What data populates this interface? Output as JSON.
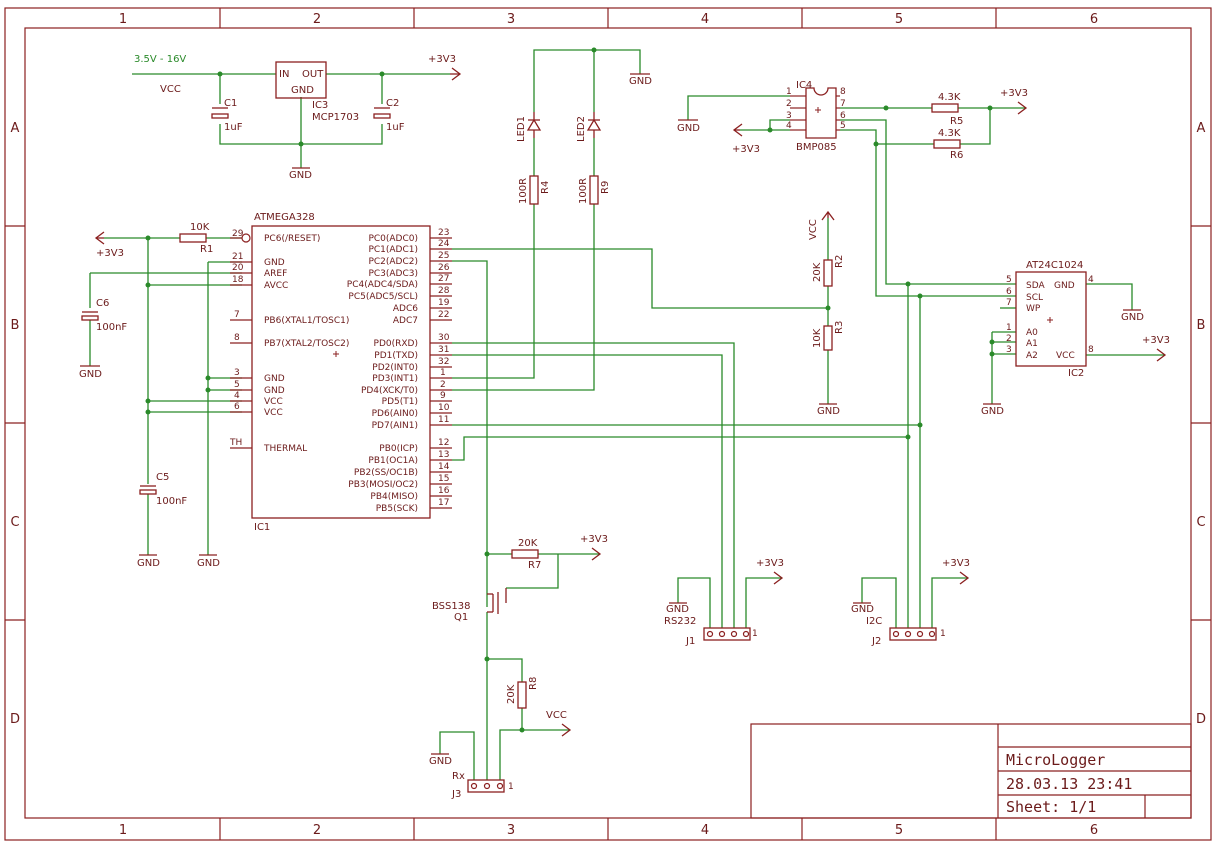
{
  "frame": {
    "columns": [
      "1",
      "2",
      "3",
      "4",
      "5",
      "6"
    ],
    "rows": [
      "A",
      "B",
      "C",
      "D"
    ]
  },
  "title_block": {
    "title": "MicroLogger",
    "date": "28.03.13 23:41",
    "sheet": "Sheet: 1/1"
  },
  "colors": {
    "wire": "#2a8a2a",
    "part": "#8b2020",
    "label": "#6b1a1a"
  },
  "power": {
    "input_range": "3.5V - 16V",
    "vcc": "VCC",
    "v33": "+3V3",
    "gnd": "GND"
  },
  "regulator": {
    "name": "IC3",
    "value": "MCP1703",
    "in": "IN",
    "out": "OUT",
    "gnd": "GND"
  },
  "c1": {
    "name": "C1",
    "value": "1uF"
  },
  "c2": {
    "name": "C2",
    "value": "1uF"
  },
  "c5": {
    "name": "C5",
    "value": "100nF"
  },
  "c6": {
    "name": "C6",
    "value": "100nF"
  },
  "r1": {
    "name": "R1",
    "value": "10K"
  },
  "r2": {
    "name": "R2",
    "value": "20K"
  },
  "r3": {
    "name": "R3",
    "value": "10K"
  },
  "r4": {
    "name": "R4",
    "value": "100R"
  },
  "r5": {
    "name": "R5",
    "value": "4.3K"
  },
  "r6": {
    "name": "R6",
    "value": "4.3K"
  },
  "r7": {
    "name": "R7",
    "value": "20K"
  },
  "r8": {
    "name": "R8",
    "value": "20K"
  },
  "r9": {
    "name": "R9",
    "value": "100R"
  },
  "led1": "LED1",
  "led2": "LED2",
  "ic1": {
    "name": "IC1",
    "value": "ATMEGA328",
    "left_pins": [
      {
        "num": "29",
        "label": "PC6(/RESET)"
      },
      {
        "num": "21",
        "label": "GND"
      },
      {
        "num": "20",
        "label": "AREF"
      },
      {
        "num": "18",
        "label": "AVCC"
      },
      {
        "num": "7",
        "label": "PB6(XTAL1/TOSC1)"
      },
      {
        "num": "8",
        "label": "PB7(XTAL2/TOSC2)"
      },
      {
        "num": "3",
        "label": "GND"
      },
      {
        "num": "5",
        "label": "GND"
      },
      {
        "num": "4",
        "label": "VCC"
      },
      {
        "num": "6",
        "label": "VCC"
      },
      {
        "num": "TH",
        "label": "THERMAL"
      }
    ],
    "right_pins": [
      {
        "num": "23",
        "label": "PC0(ADC0)"
      },
      {
        "num": "24",
        "label": "PC1(ADC1)"
      },
      {
        "num": "25",
        "label": "PC2(ADC2)"
      },
      {
        "num": "26",
        "label": "PC3(ADC3)"
      },
      {
        "num": "27",
        "label": "PC4(ADC4/SDA)"
      },
      {
        "num": "28",
        "label": "PC5(ADC5/SCL)"
      },
      {
        "num": "19",
        "label": "ADC6"
      },
      {
        "num": "22",
        "label": "ADC7"
      },
      {
        "num": "30",
        "label": "PD0(RXD)"
      },
      {
        "num": "31",
        "label": "PD1(TXD)"
      },
      {
        "num": "32",
        "label": "PD2(INT0)"
      },
      {
        "num": "1",
        "label": "PD3(INT1)"
      },
      {
        "num": "2",
        "label": "PD4(XCK/T0)"
      },
      {
        "num": "9",
        "label": "PD5(T1)"
      },
      {
        "num": "10",
        "label": "PD6(AIN0)"
      },
      {
        "num": "11",
        "label": "PD7(AIN1)"
      },
      {
        "num": "12",
        "label": "PB0(ICP)"
      },
      {
        "num": "13",
        "label": "PB1(OC1A)"
      },
      {
        "num": "14",
        "label": "PB2(SS/OC1B)"
      },
      {
        "num": "15",
        "label": "PB3(MOSI/OC2)"
      },
      {
        "num": "16",
        "label": "PB4(MISO)"
      },
      {
        "num": "17",
        "label": "PB5(SCK)"
      }
    ]
  },
  "ic4": {
    "name": "IC4",
    "value": "BMP085",
    "pins": [
      "1",
      "2",
      "3",
      "4",
      "8",
      "7",
      "6",
      "5"
    ]
  },
  "ic2": {
    "name": "IC2",
    "value": "AT24C1024",
    "left_pins": [
      {
        "num": "5",
        "label": "SDA"
      },
      {
        "num": "6",
        "label": "SCL"
      },
      {
        "num": "7",
        "label": "WP"
      },
      {
        "num": "1",
        "label": "A0"
      },
      {
        "num": "2",
        "label": "A1"
      },
      {
        "num": "3",
        "label": "A2"
      }
    ],
    "right_pins": [
      {
        "num": "4",
        "label": "GND"
      },
      {
        "num": "8",
        "label": "VCC"
      }
    ]
  },
  "q1": {
    "name": "Q1",
    "value": "BSS138"
  },
  "j1": {
    "name": "J1",
    "value": "RS232",
    "pin1": "1"
  },
  "j2": {
    "name": "J2",
    "value": "I2C",
    "pin1": "1"
  },
  "j3": {
    "name": "J3",
    "value": "Rx",
    "pin1": "1"
  }
}
